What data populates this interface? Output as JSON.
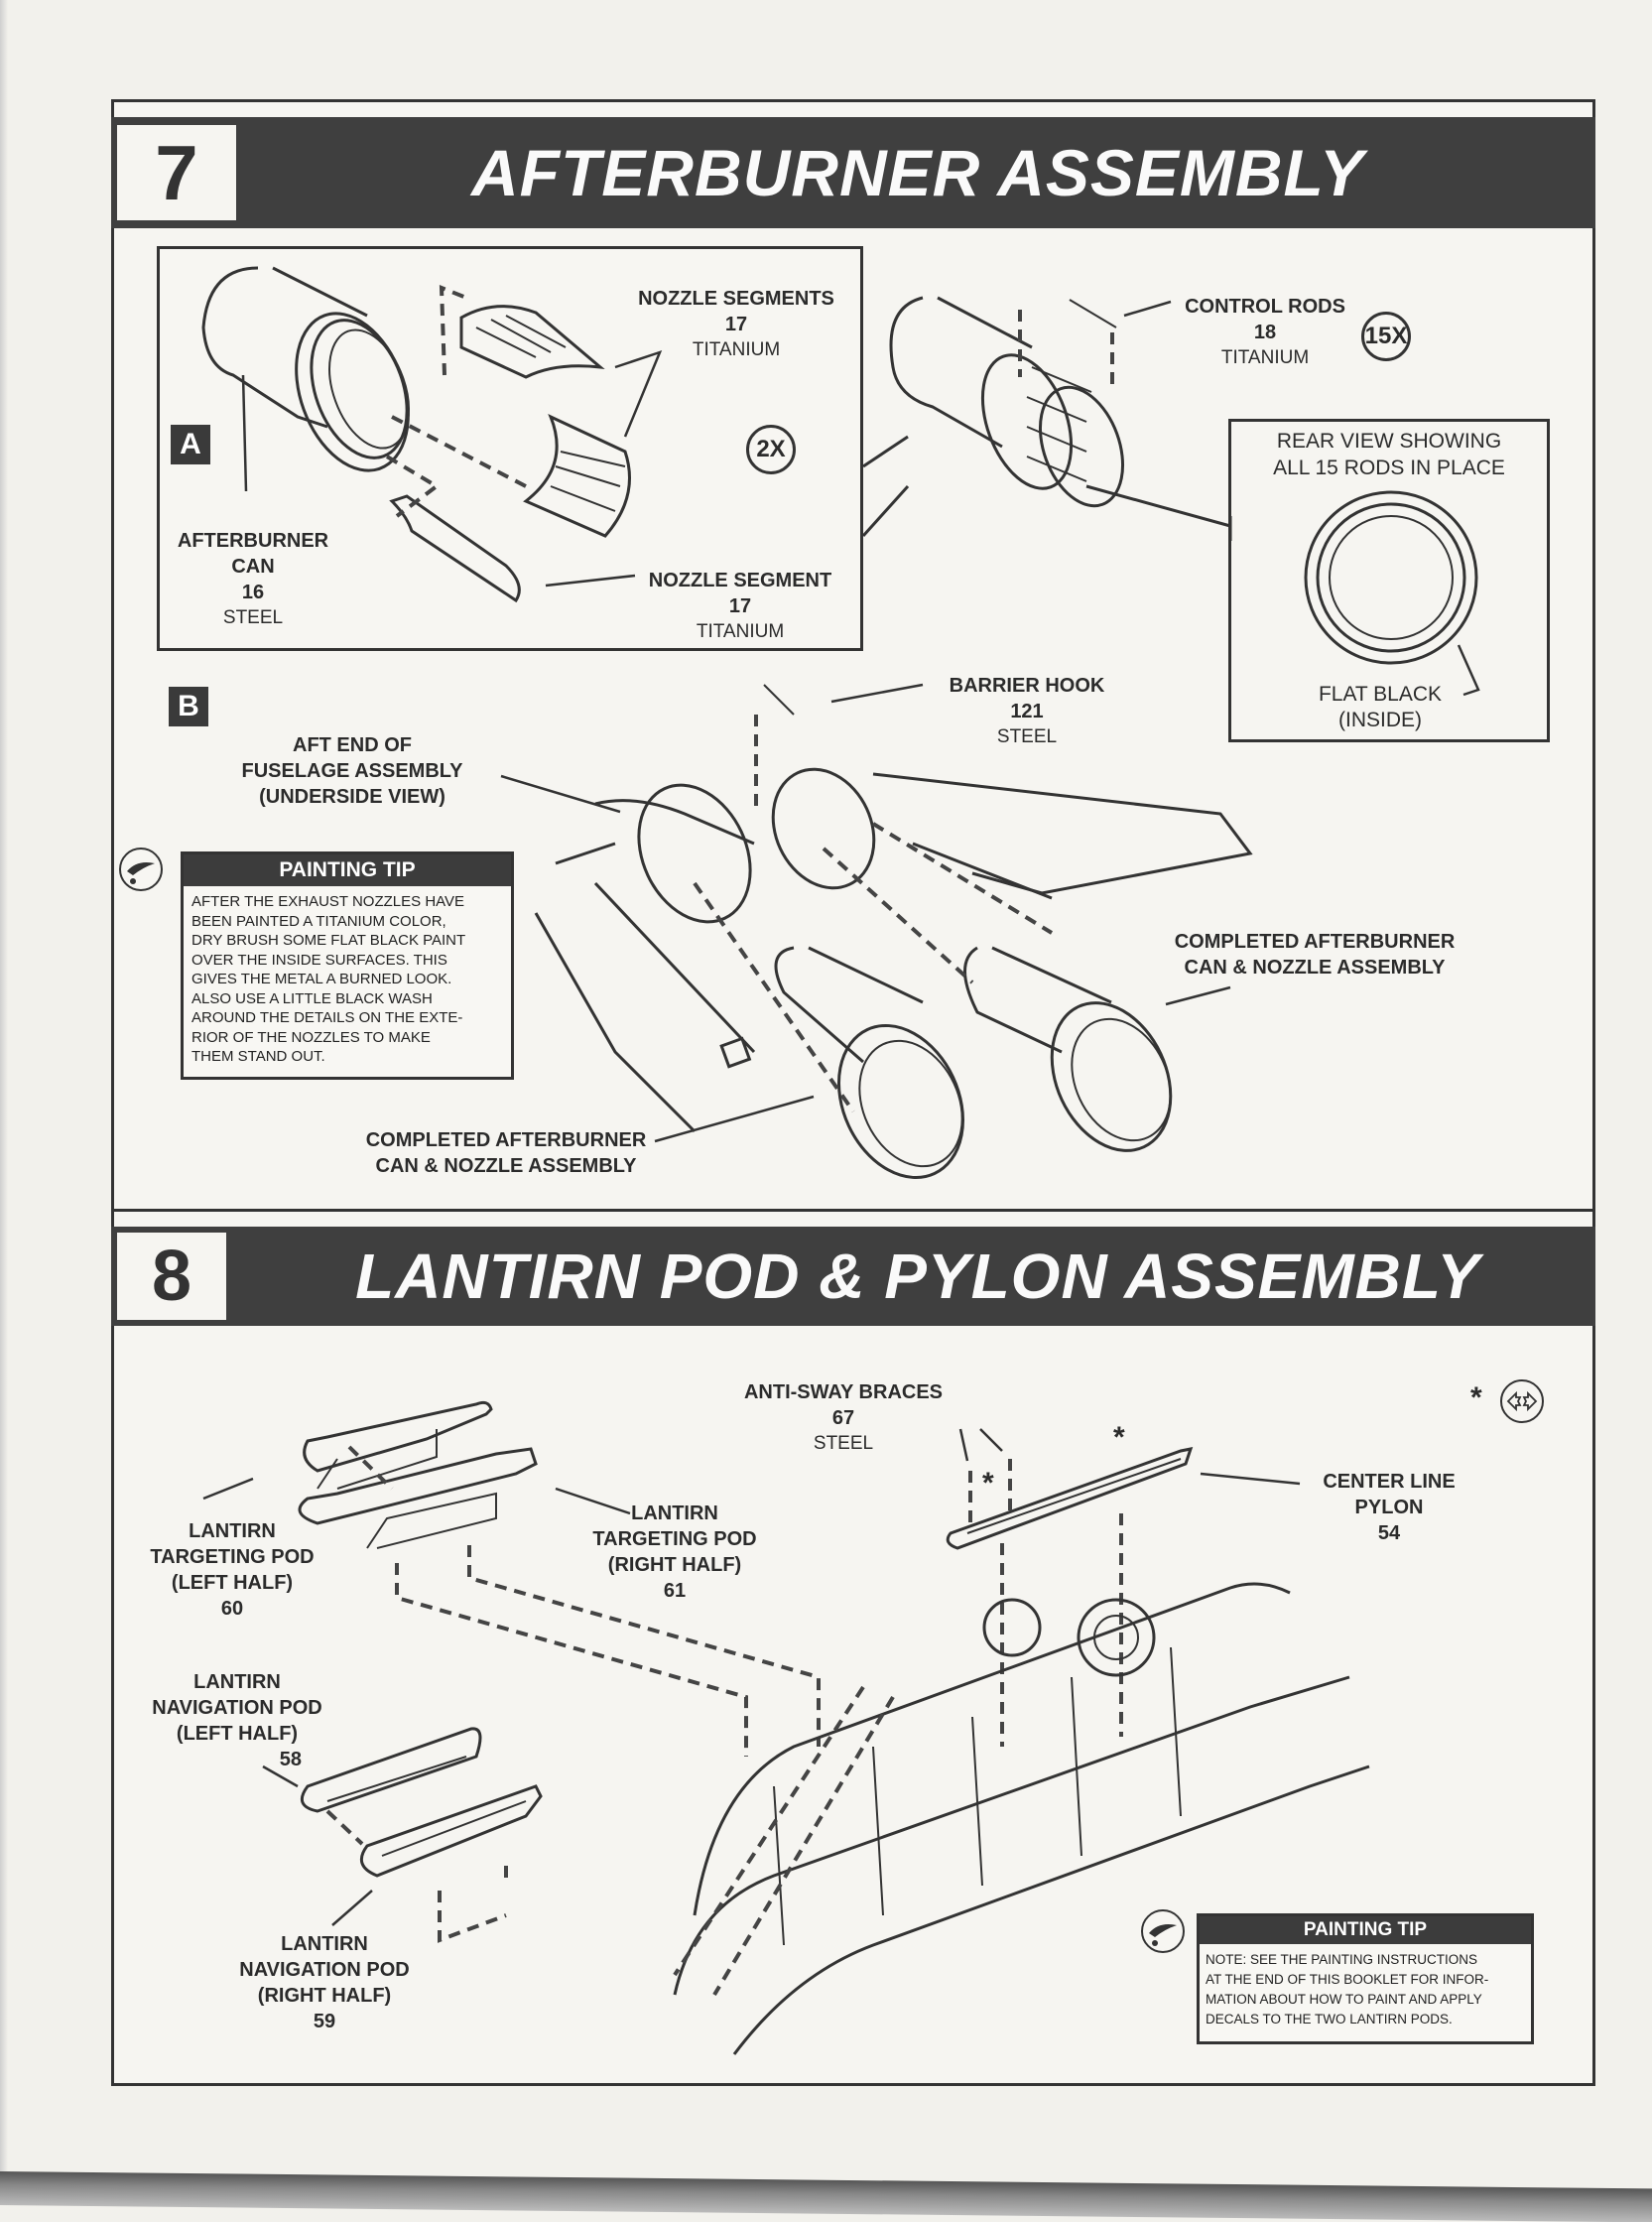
{
  "steps": [
    {
      "number": "7",
      "title": "AFTERBURNER ASSEMBLY",
      "subpanels": {
        "a": {
          "label": "A",
          "callouts": {
            "afterburner_can": {
              "name": "AFTERBURNER CAN",
              "line1": "AFTERBURNER",
              "line2": "CAN",
              "part": "16",
              "material": "STEEL"
            },
            "nozzle_segments": {
              "name": "NOZZLE SEGMENTS",
              "part": "17",
              "material": "TITANIUM"
            },
            "nozzle_segment": {
              "name": "NOZZLE SEGMENT",
              "part": "17",
              "material": "TITANIUM"
            }
          },
          "quantity": "2X"
        },
        "control_rods": {
          "name": "CONTROL RODS",
          "part": "18",
          "material": "TITANIUM",
          "quantity": "15X"
        },
        "rear_view": {
          "title_line1": "REAR VIEW SHOWING",
          "title_line2": "ALL 15 RODS IN PLACE",
          "note_line1": "FLAT BLACK",
          "note_line2": "(INSIDE)"
        },
        "b": {
          "label": "B",
          "callouts": {
            "aft_fuselage": {
              "line1": "AFT END OF",
              "line2": "FUSELAGE ASSEMBLY",
              "line3": "(UNDERSIDE VIEW)"
            },
            "barrier_hook": {
              "name": "BARRIER HOOK",
              "part": "121",
              "material": "STEEL"
            },
            "completed_right": {
              "line1": "COMPLETED AFTERBURNER",
              "line2": "CAN & NOZZLE ASSEMBLY"
            },
            "completed_left": {
              "line1": "COMPLETED AFTERBURNER",
              "line2": "CAN & NOZZLE ASSEMBLY"
            }
          },
          "painting_tip": {
            "heading": "PAINTING TIP",
            "lines": [
              "AFTER THE EXHAUST NOZZLES HAVE",
              "BEEN PAINTED A TITANIUM COLOR,",
              "DRY BRUSH SOME FLAT BLACK PAINT",
              "OVER THE INSIDE SURFACES.  THIS",
              "GIVES THE METAL A BURNED LOOK.",
              "ALSO USE A LITTLE BLACK WASH",
              "AROUND THE DETAILS ON THE EXTE-",
              "RIOR OF THE NOZZLES TO MAKE",
              "THEM STAND OUT."
            ]
          }
        }
      }
    },
    {
      "number": "8",
      "title": "LANTIRN POD & PYLON ASSEMBLY",
      "callouts": {
        "targeting_left": {
          "line1": "LANTIRN",
          "line2": "TARGETING POD",
          "line3": "(LEFT HALF)",
          "part": "60"
        },
        "targeting_right": {
          "line1": "LANTIRN",
          "line2": "TARGETING POD",
          "line3": "(RIGHT HALF)",
          "part": "61"
        },
        "anti_sway": {
          "name": "ANTI-SWAY BRACES",
          "part": "67",
          "material": "STEEL"
        },
        "center_pylon": {
          "line1": "CENTER LINE",
          "line2": "PYLON",
          "part": "54"
        },
        "nav_left": {
          "line1": "LANTIRN",
          "line2": "NAVIGATION POD",
          "line3": "(LEFT HALF)",
          "part": "58"
        },
        "nav_right": {
          "line1": "LANTIRN",
          "line2": "NAVIGATION POD",
          "line3": "(RIGHT HALF)",
          "part": "59"
        }
      },
      "symbol_legend": {
        "marker": "*",
        "icon": "cement-joint-icon"
      },
      "painting_tip": {
        "heading": "PAINTING TIP",
        "lines": [
          "NOTE:  SEE THE PAINTING INSTRUCTIONS",
          "AT THE END OF THIS BOOKLET FOR INFOR-",
          "MATION ABOUT HOW TO PAINT AND APPLY",
          "DECALS TO THE TWO LANTIRN PODS."
        ]
      }
    }
  ],
  "colors": {
    "header_band": "#3f3f3f",
    "ink": "#333333",
    "paper": "#f6f5f1"
  }
}
